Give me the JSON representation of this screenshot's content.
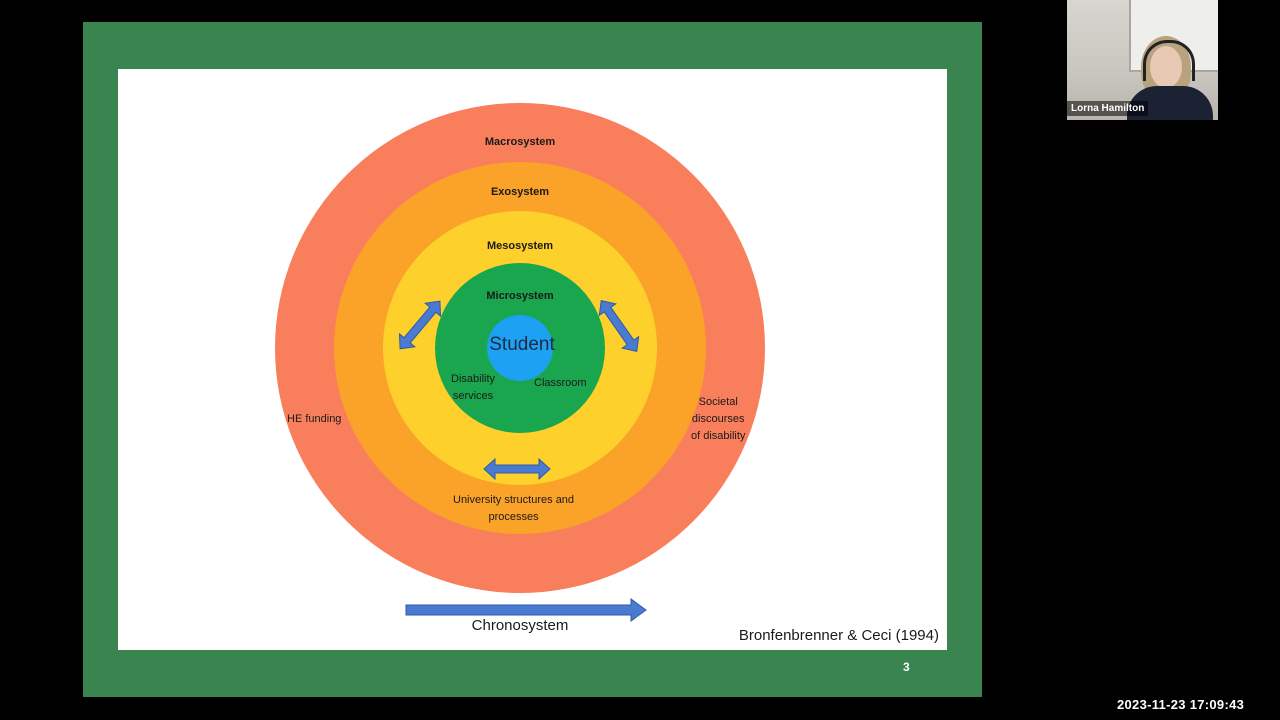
{
  "slide": {
    "rings": {
      "macro": "Macrosystem",
      "exo": "Exosystem",
      "meso": "Mesosystem",
      "micro": "Microsystem"
    },
    "center_label": "Student",
    "micro_items": {
      "disability_services": "Disability\nservices",
      "classroom": "Classroom"
    },
    "macro_items": {
      "he_funding": "HE funding",
      "societal": "Societal\ndiscourses\nof disability"
    },
    "exo_items": {
      "university": "University structures and\nprocesses"
    },
    "chronosystem_label": "Chronosystem",
    "citation": "Bronfenbrenner & Ceci (1994)",
    "slide_number": "3",
    "colors": {
      "frame": "#3a8450",
      "macro": "#f97f5c",
      "exo": "#fba229",
      "meso": "#fdd02c",
      "micro": "#1aa64e",
      "center": "#1da1f2",
      "arrow": "#4a7bd0"
    }
  },
  "webcam": {
    "participant_name": "Lorna Hamilton"
  },
  "overlay": {
    "timestamp": "2023-11-23  17:09:43"
  }
}
